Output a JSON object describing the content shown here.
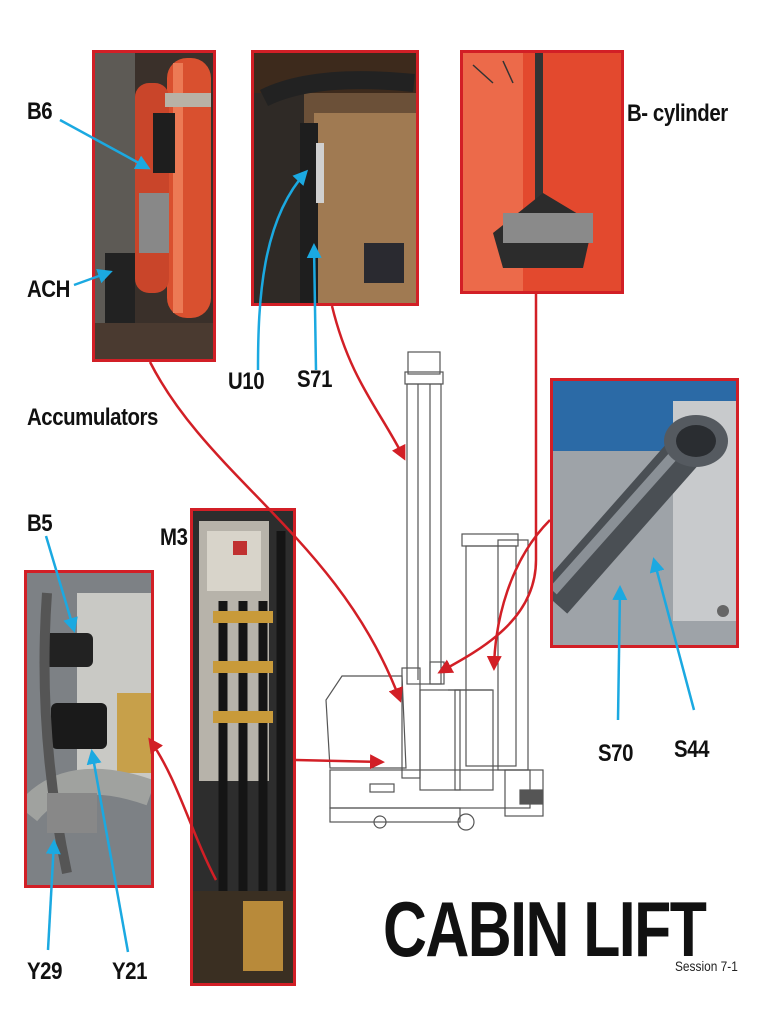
{
  "title": "CABIN LIFT",
  "session": "Session 7-1",
  "labels": {
    "b6": "B6",
    "ach": "ACH",
    "u10": "U10",
    "s71": "S71",
    "b_cylinder": "B- cylinder",
    "accumulators": "Accumulators",
    "b5": "B5",
    "m3": "M3",
    "s70": "S70",
    "s44": "S44",
    "y29": "Y29",
    "y21": "Y21"
  },
  "colors": {
    "frame_red": "#d21f26",
    "callout_blue": "#1ba9e1",
    "arrow_red": "#d21f26"
  }
}
